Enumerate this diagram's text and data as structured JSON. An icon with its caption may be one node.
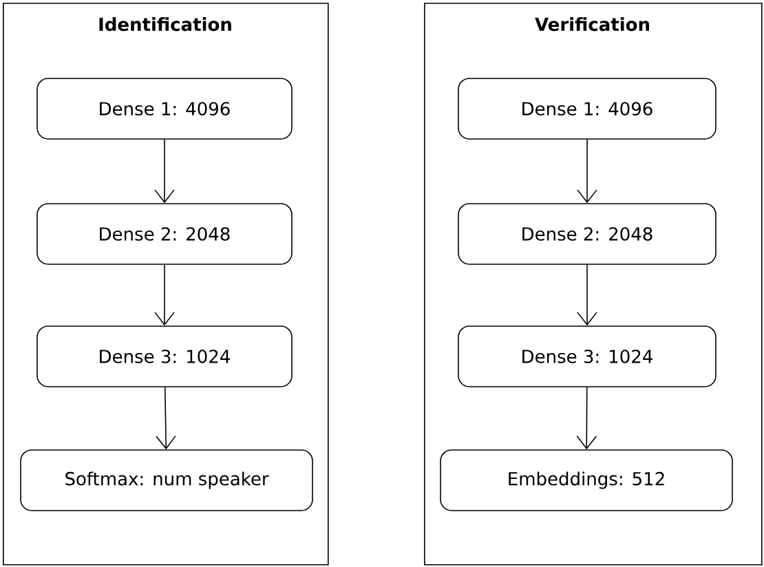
{
  "diagram": {
    "nodes": [
      {
        "text": [
          "Identification"
        ]
      },
      {
        "text": [
          "Dense 1: 4096"
        ],
        "in": 0
      },
      {
        "text": [
          "Dense 2: 2048"
        ],
        "in": 0
      },
      {
        "text": [
          "Dense 3: 1024"
        ],
        "in": 0
      },
      {
        "text": [
          "Softmax: num speaker"
        ],
        "in": 0
      },
      {
        "text": [
          "Verification"
        ]
      },
      {
        "text": [
          "Dense 1: 4096"
        ],
        "in": 5
      },
      {
        "text": [
          "Dense 2: 2048"
        ],
        "in": 5
      },
      {
        "text": [
          "Dense 3: 1024"
        ],
        "in": 5
      },
      {
        "text": [
          "Embeddings: 512"
        ],
        "in": 5
      }
    ],
    "edges": [
      {
        "from": 1,
        "to": 2,
        "arrow": "to"
      },
      {
        "from": 2,
        "to": 3,
        "arrow": "to"
      },
      {
        "from": 3,
        "to": 4,
        "arrow": "to"
      },
      {
        "from": 6,
        "to": 7,
        "arrow": "to"
      },
      {
        "from": 7,
        "to": 8,
        "arrow": "to"
      },
      {
        "from": 8,
        "to": 9,
        "arrow": "to"
      }
    ]
  }
}
